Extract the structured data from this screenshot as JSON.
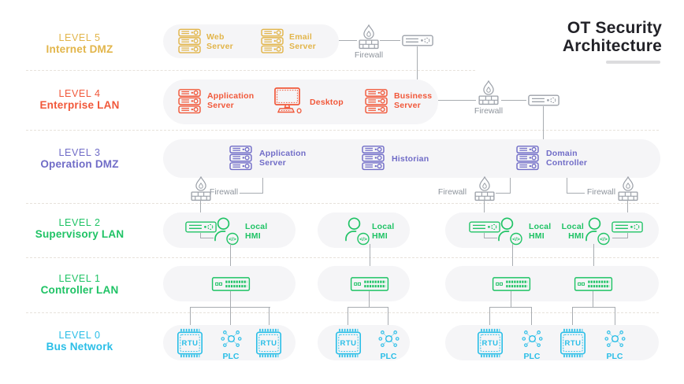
{
  "title": {
    "line1": "OT Security",
    "line2": "Architecture"
  },
  "levels": {
    "l5": {
      "name": "LEVEL 5",
      "subtitle": "Internet DMZ",
      "color": "#E2B54A"
    },
    "l4": {
      "name": "LEVEL 4",
      "subtitle": "Enterprise LAN",
      "color": "#F1583A"
    },
    "l3": {
      "name": "LEVEL 3",
      "subtitle": "Operation DMZ",
      "color": "#706CC7"
    },
    "l2": {
      "name": "LEVEL 2",
      "subtitle": "Supervisory LAN",
      "color": "#1FC365"
    },
    "l1": {
      "name": "LEVEL 1",
      "subtitle": "Controller LAN",
      "color": "#1FC365"
    },
    "l0": {
      "name": "LEVEL 0",
      "subtitle": "Bus Network",
      "color": "#2ABEE7"
    }
  },
  "nodes": {
    "web_server": "Web Server",
    "email_server": "Email Server",
    "application_server": "Application Server",
    "desktop": "Desktop",
    "business_server": "Business Server",
    "historian": "Historian",
    "domain_controller": "Domain Controller",
    "local_hmi": "Local HMI",
    "firewall": "Firewall",
    "rtu": "RTU",
    "plc": "PLC"
  },
  "icons": {
    "code_glyph": "</>"
  },
  "colors": {
    "neutral_icon": "#9CA1A9",
    "connector": "#A8ACB1",
    "pill_bg": "#F5F5F7",
    "separator": "#E7E2DB",
    "title_text": "#222228",
    "title_underline": "#DCDCDE",
    "firewall_label": "#8E949C"
  }
}
